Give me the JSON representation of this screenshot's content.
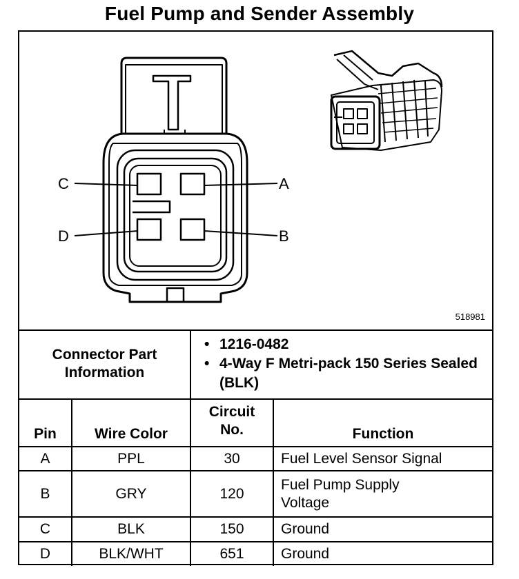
{
  "title": "Fuel Pump and Sender Assembly",
  "diagram": {
    "figure_id": "518981",
    "pin_labels": {
      "a": "A",
      "b": "B",
      "c": "C",
      "d": "D"
    }
  },
  "connector_info": {
    "label": "Connector Part Information",
    "items": [
      "1216-0482",
      "4-Way F Metri-pack 150 Series Sealed (BLK)"
    ]
  },
  "pin_table": {
    "headers": {
      "pin": "Pin",
      "wire_color": "Wire Color",
      "circuit": "Circuit No.",
      "function": "Function"
    },
    "rows": [
      {
        "pin": "A",
        "wire_color": "PPL",
        "circuit": "30",
        "function": "Fuel Level Sensor Signal"
      },
      {
        "pin": "B",
        "wire_color": "GRY",
        "circuit": "120",
        "function": "Fuel Pump Supply Voltage"
      },
      {
        "pin": "C",
        "wire_color": "BLK",
        "circuit": "150",
        "function": "Ground"
      },
      {
        "pin": "D",
        "wire_color": "BLK/WHT",
        "circuit": "651",
        "function": "Ground"
      }
    ]
  }
}
